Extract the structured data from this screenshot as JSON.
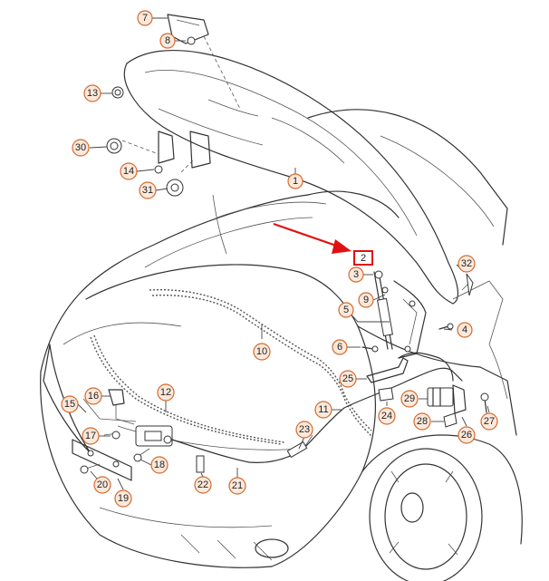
{
  "callouts": {
    "c1": "1",
    "c2": "2",
    "c3": "3",
    "c4": "4",
    "c5": "5",
    "c6": "6",
    "c7": "7",
    "c8": "8",
    "c9": "9",
    "c10": "10",
    "c11": "11",
    "c12": "12",
    "c13": "13",
    "c14": "14",
    "c15": "15",
    "c16": "16",
    "c17": "17",
    "c18": "18",
    "c19": "19",
    "c20": "20",
    "c21": "21",
    "c22": "22",
    "c23": "23",
    "c24": "24",
    "c25": "25",
    "c26": "26",
    "c27": "27",
    "c28": "28",
    "c29": "29",
    "c30": "30",
    "c31": "31",
    "c32": "32"
  },
  "highlight": {
    "label": "2",
    "color": "#e01010"
  },
  "colors": {
    "callout_fill": "#fde9dc",
    "callout_stroke": "#d46a2c",
    "accent": "#e01010"
  }
}
